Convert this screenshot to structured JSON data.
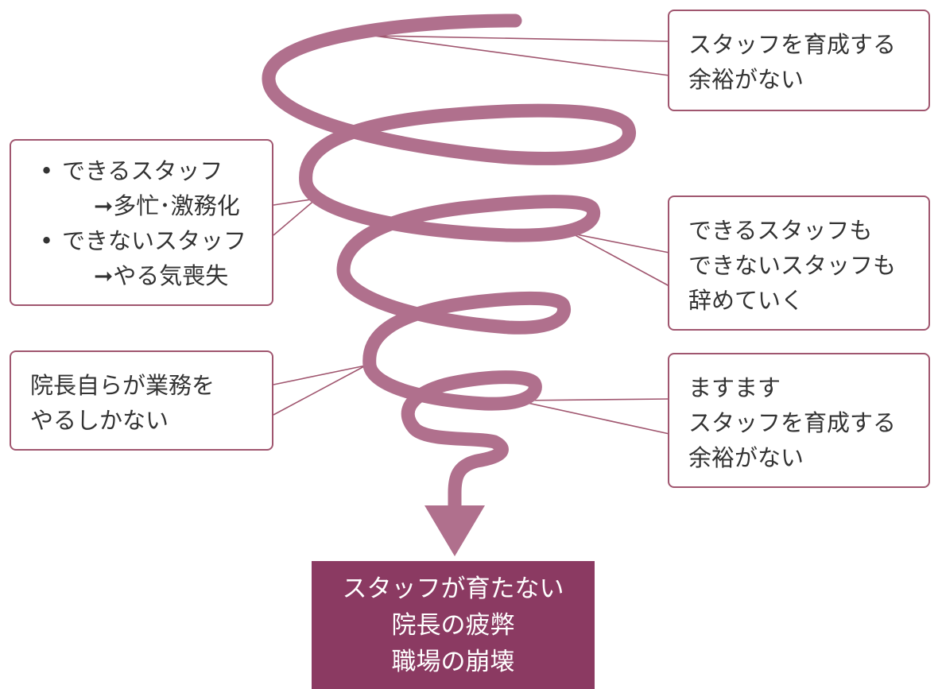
{
  "colors": {
    "spiral": "#b0708d",
    "connector": "#a0566f",
    "result_bg": "#8b3a62",
    "box_border": "#a0566f"
  },
  "callouts": {
    "right_top": {
      "lines": [
        "スタッフを育成する",
        "余裕がない"
      ]
    },
    "left_top": {
      "items": [
        {
          "bullet": "•",
          "text": "できるスタッフ",
          "sub": "➞多忙･激務化"
        },
        {
          "bullet": "•",
          "text": "できないスタッフ",
          "sub": "➞やる気喪失"
        }
      ]
    },
    "right_middle": {
      "lines": [
        "できるスタッフも",
        "できないスタッフも",
        "辞めていく"
      ]
    },
    "left_bottom": {
      "lines": [
        "院長自らが業務を",
        "やるしかない"
      ]
    },
    "right_bottom": {
      "lines": [
        "ますます",
        "スタッフを育成する",
        "余裕がない"
      ]
    }
  },
  "result": {
    "lines": [
      "スタッフが育たない",
      "院長の疲弊",
      "職場の崩壊"
    ]
  }
}
